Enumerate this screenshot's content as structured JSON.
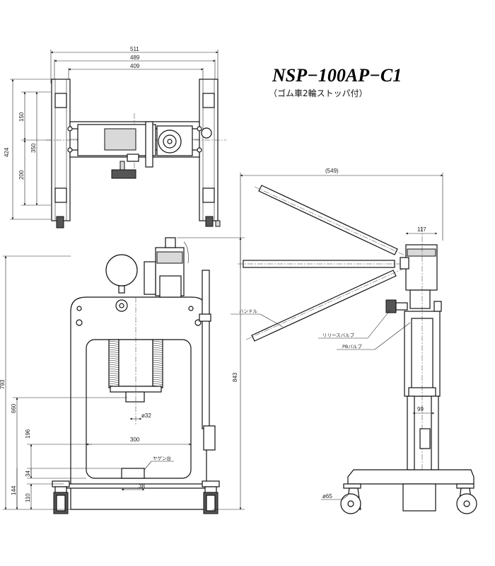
{
  "title": {
    "model": "NSP−100AP−C1",
    "subtitle": "（ゴム車2輪ストッパ付）"
  },
  "top_view": {
    "dims": {
      "w_outer": "511",
      "w_mid": "489",
      "w_inner": "409",
      "h_total": "424",
      "h_upper": "150",
      "h_mid": "350",
      "h_lower": "200"
    }
  },
  "front_view": {
    "dims": {
      "h_total": "793",
      "h_pump": "843",
      "h_660": "660",
      "h_196": "196",
      "h_34": "34",
      "h_144": "144",
      "h_110": "110",
      "w_300": "300",
      "w_38": "38",
      "dia_32": "ø32"
    },
    "labels": {
      "yagen": "ヤゲン台"
    }
  },
  "side_view": {
    "dims": {
      "reach": "(549)",
      "w_117": "117",
      "w_99": "99",
      "wheel": "ø65"
    },
    "labels": {
      "handle": "ハンドル",
      "release_valve": "リリースバルブ",
      "pb_valve": "PBバルブ"
    }
  }
}
